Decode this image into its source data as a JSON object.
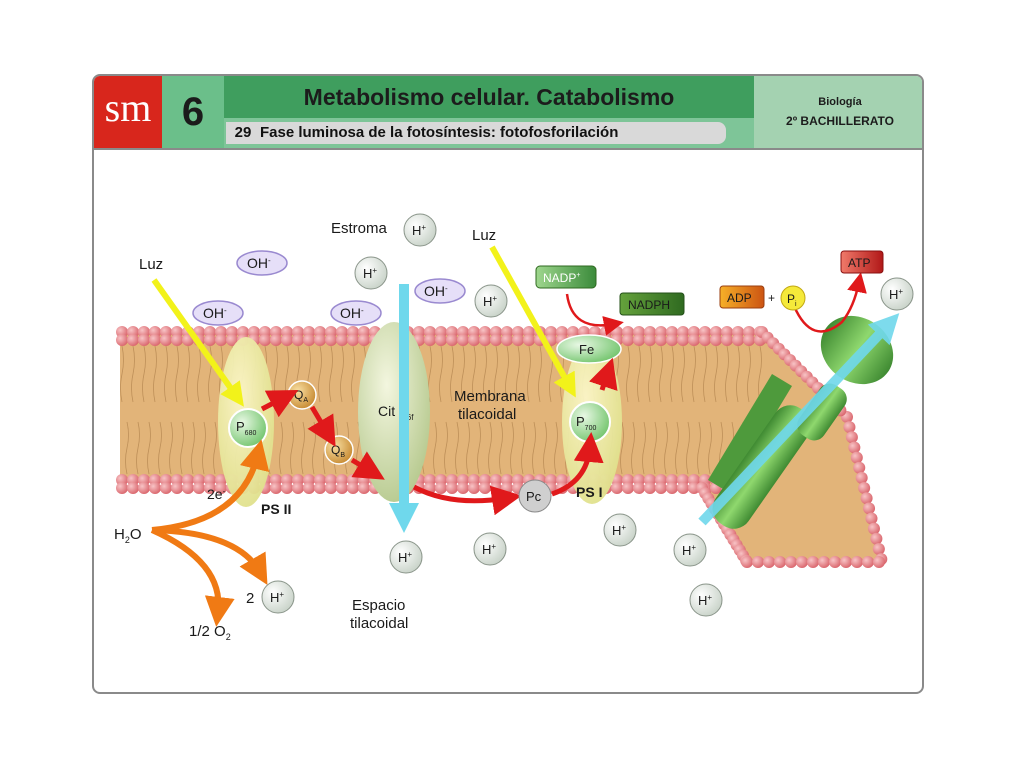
{
  "header": {
    "logo": "sm",
    "unit_number": "6",
    "title": "Metabolismo celular. Catabolismo",
    "lesson_number": "29",
    "lesson_title": "Fase luminosa de la fotosíntesis: fotofosforilación",
    "subject": "Biología",
    "course": "2º BACHILLERATO"
  },
  "diagram": {
    "labels": {
      "estroma": "Estroma",
      "luz1": "Luz",
      "luz2": "Luz",
      "membrana1": "Membrana",
      "membrana2": "tilacoidal",
      "espacio1": "Espacio",
      "espacio2": "tilacoidal",
      "psii": "PS II",
      "psi": "PS I",
      "two_e": "2e",
      "two": "2",
      "cit": "Cit b",
      "cit_sub": "6f"
    },
    "molecules": {
      "oh": "OH",
      "hplus": "H",
      "p680": "P",
      "p680_sub": "680",
      "p700": "P",
      "p700_sub": "700",
      "qa": "Q",
      "qa_sub": "A",
      "qb": "Q",
      "qb_sub": "B",
      "pc": "Pc",
      "fe": "Fe",
      "nadp": "NADP",
      "nadph": "NADPH",
      "adp": "ADP",
      "plus": "+",
      "pi": "P",
      "pi_sub": "i",
      "atp": "ATP",
      "h2o": "H",
      "h2o_sub": "2",
      "h2o_o": "O",
      "o2": "1/2 O",
      "o2_sub": "2"
    },
    "colors": {
      "membrane": "#e2b479",
      "lipid_head": "#e88c90",
      "arrow_red": "#e0191b",
      "arrow_orange": "#f07a14",
      "light_yellow": "#f2f21a",
      "proton_cyan": "#6fd8ec",
      "protein_green": "#5eae48"
    }
  }
}
